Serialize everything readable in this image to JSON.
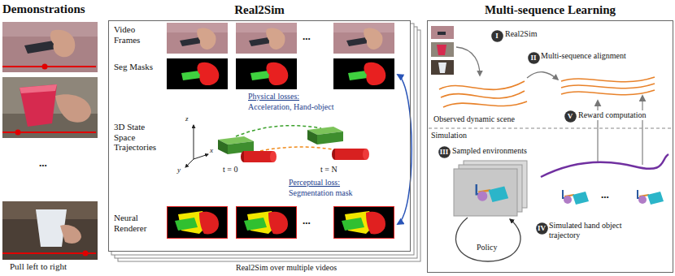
{
  "diagram": {
    "nodes": [
      {
        "text": [
          "Real2Sim"
        ]
      },
      {
        "text": [
          "Multi-sequence Learning"
        ]
      },
      {
        "text": [
          "I"
        ],
        "in": 1
      },
      {
        "text": [
          "II"
        ],
        "in": 1
      },
      {
        "text": [
          "V"
        ],
        "in": 1
      },
      {
        "text": [
          "III"
        ],
        "in": 1
      },
      {
        "text": [
          "IV"
        ],
        "in": 1
      }
    ],
    "labels": [
      "Demonstrations",
      "...",
      "Pull left to right",
      "Video Frames",
      "...",
      "Seg Masks",
      "3D State Space Trajectories",
      "Physical losses:",
      "Acceleration, Hand-object",
      "z",
      "y",
      "x",
      "t = 0",
      "t = N",
      "Perceptual loss:",
      "Segmentation mask",
      "Neural Renderer",
      "...",
      "Real2Sim over multiple videos",
      "Real2Sim",
      "Multi-sequence alignment",
      "Observed dynamic scene",
      "Reward computation",
      "Simulation",
      "Sampled environments",
      "Policy",
      "Simulated hand object trajectory",
      "..."
    ]
  }
}
